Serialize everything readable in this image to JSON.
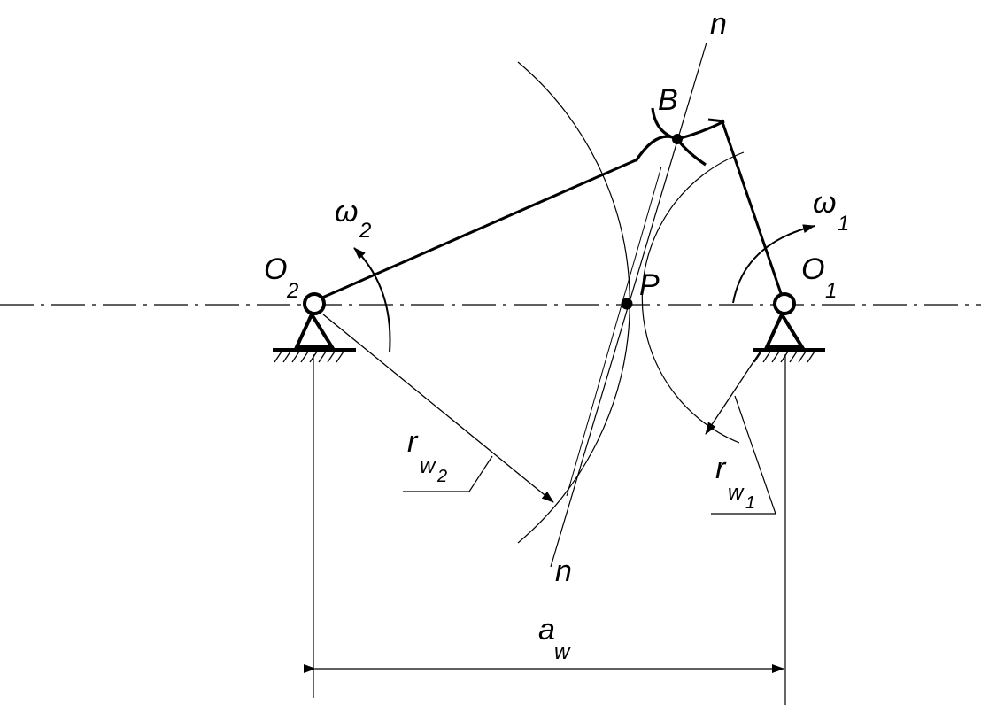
{
  "diagram": {
    "labels": {
      "n_top": "n",
      "n_bottom": "n",
      "B": "B",
      "P": "P",
      "O2_main": "O",
      "O2_sub": "2",
      "O1_main": "O",
      "O1_sub": "1",
      "omega2_main": "ω",
      "omega2_sub": "2",
      "omega1_main": "ω",
      "omega1_sub": "1",
      "rw2_main": "r",
      "rw2_sub": "w",
      "rw2_subsub": "2",
      "rw1_main": "r",
      "rw1_sub": "w",
      "rw1_subsub": "1",
      "aw_main": "a",
      "aw_sub": "w"
    },
    "colors": {
      "stroke": "#000000",
      "background": "#ffffff"
    }
  }
}
